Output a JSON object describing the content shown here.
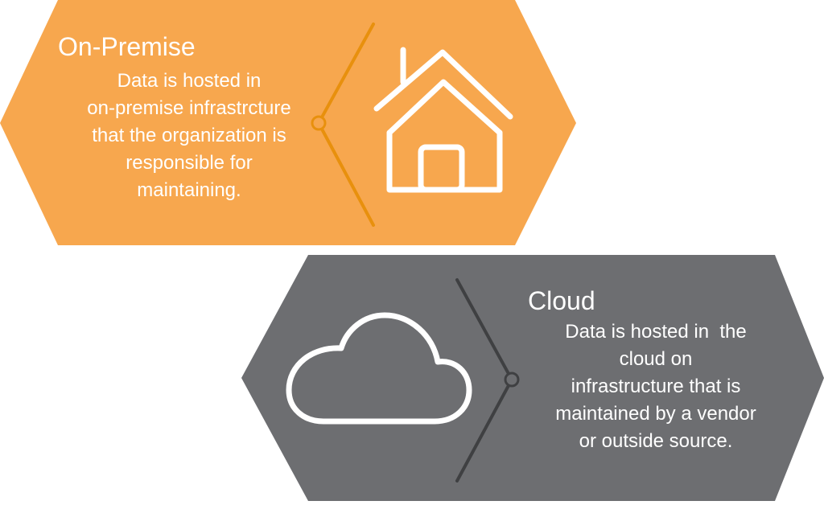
{
  "colors": {
    "on_premise_panel": "#f7a74e",
    "on_premise_accent": "#e8900d",
    "cloud_panel": "#6d6e71",
    "cloud_accent": "#3f4042",
    "icon_stroke": "#ffffff"
  },
  "icons": {
    "on_premise": "house-icon",
    "cloud": "cloud-icon"
  },
  "on_premise": {
    "title": "On-Premise",
    "description_lines": [
      "Data is hosted in",
      "on-premise infrastrcture",
      "that the organization is",
      "responsible for",
      "maintaining."
    ]
  },
  "cloud": {
    "title": "Cloud",
    "description_lines": [
      "Data is hosted in  the",
      "cloud on",
      "infrastructure that is",
      "maintained by a vendor",
      "or outside source."
    ]
  }
}
